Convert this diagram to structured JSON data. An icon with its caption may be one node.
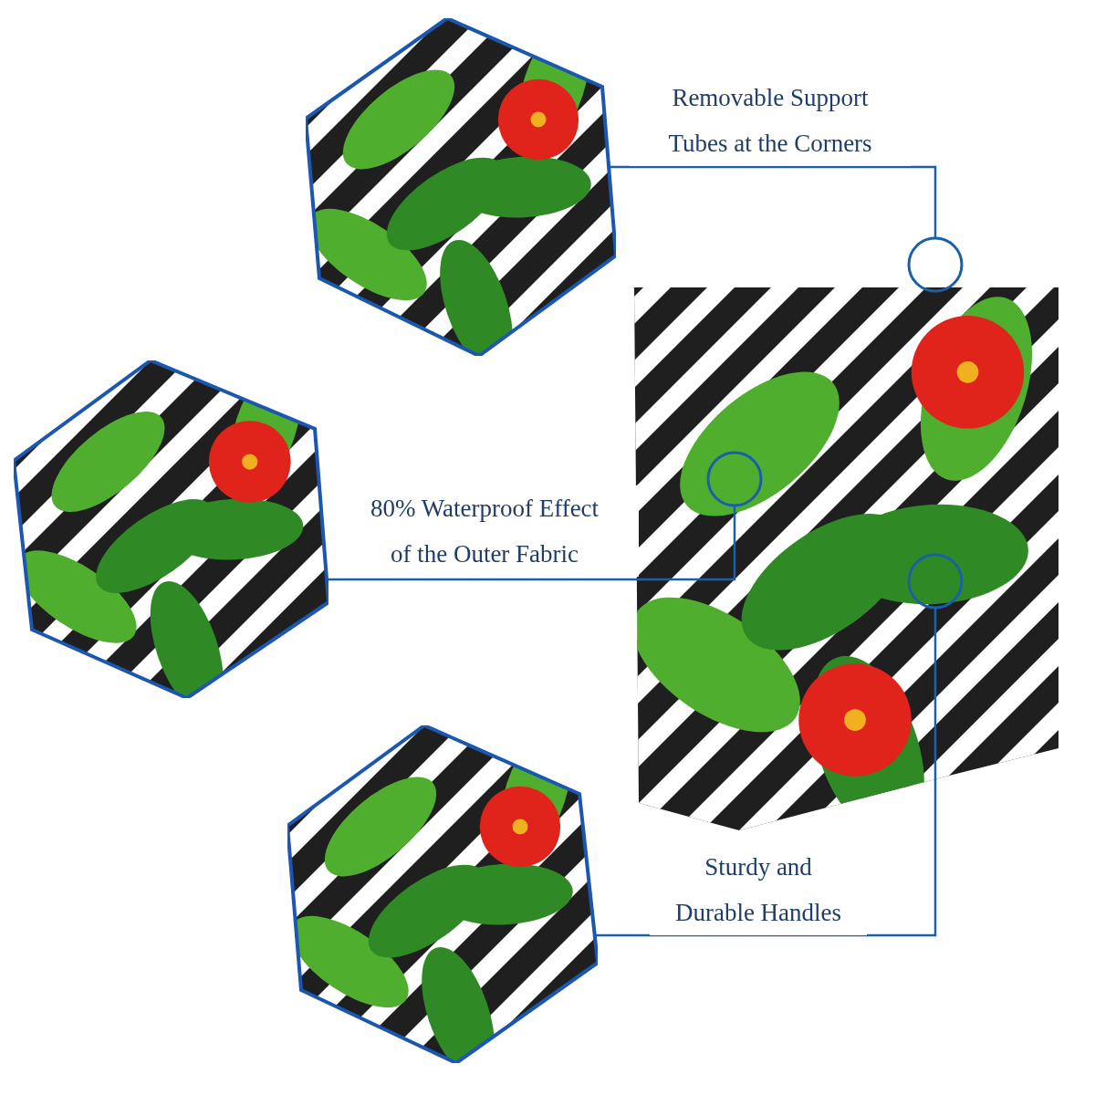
{
  "diagram": {
    "nodes": [
      {
        "text": [],
        "shape": "picture"
      },
      {
        "text": [],
        "shape": "picture"
      },
      {
        "text": [],
        "shape": "picture"
      },
      {
        "text": [],
        "shape": "picture"
      },
      {
        "text": [],
        "shape": "circle"
      },
      {
        "text": [],
        "shape": "circle",
        "in": 3
      },
      {
        "text": [],
        "shape": "circle",
        "in": 3
      }
    ],
    "edges": [
      {
        "from": 0,
        "to": 4,
        "arrow": "none",
        "label": "Removable Support Tubes at the Corners"
      },
      {
        "from": 1,
        "to": 5,
        "arrow": "none",
        "label": "80% Waterproof Effect of the Outer Fabric"
      },
      {
        "from": 2,
        "to": 6,
        "arrow": "none",
        "label": "Sturdy and Durable Handles"
      }
    ]
  }
}
